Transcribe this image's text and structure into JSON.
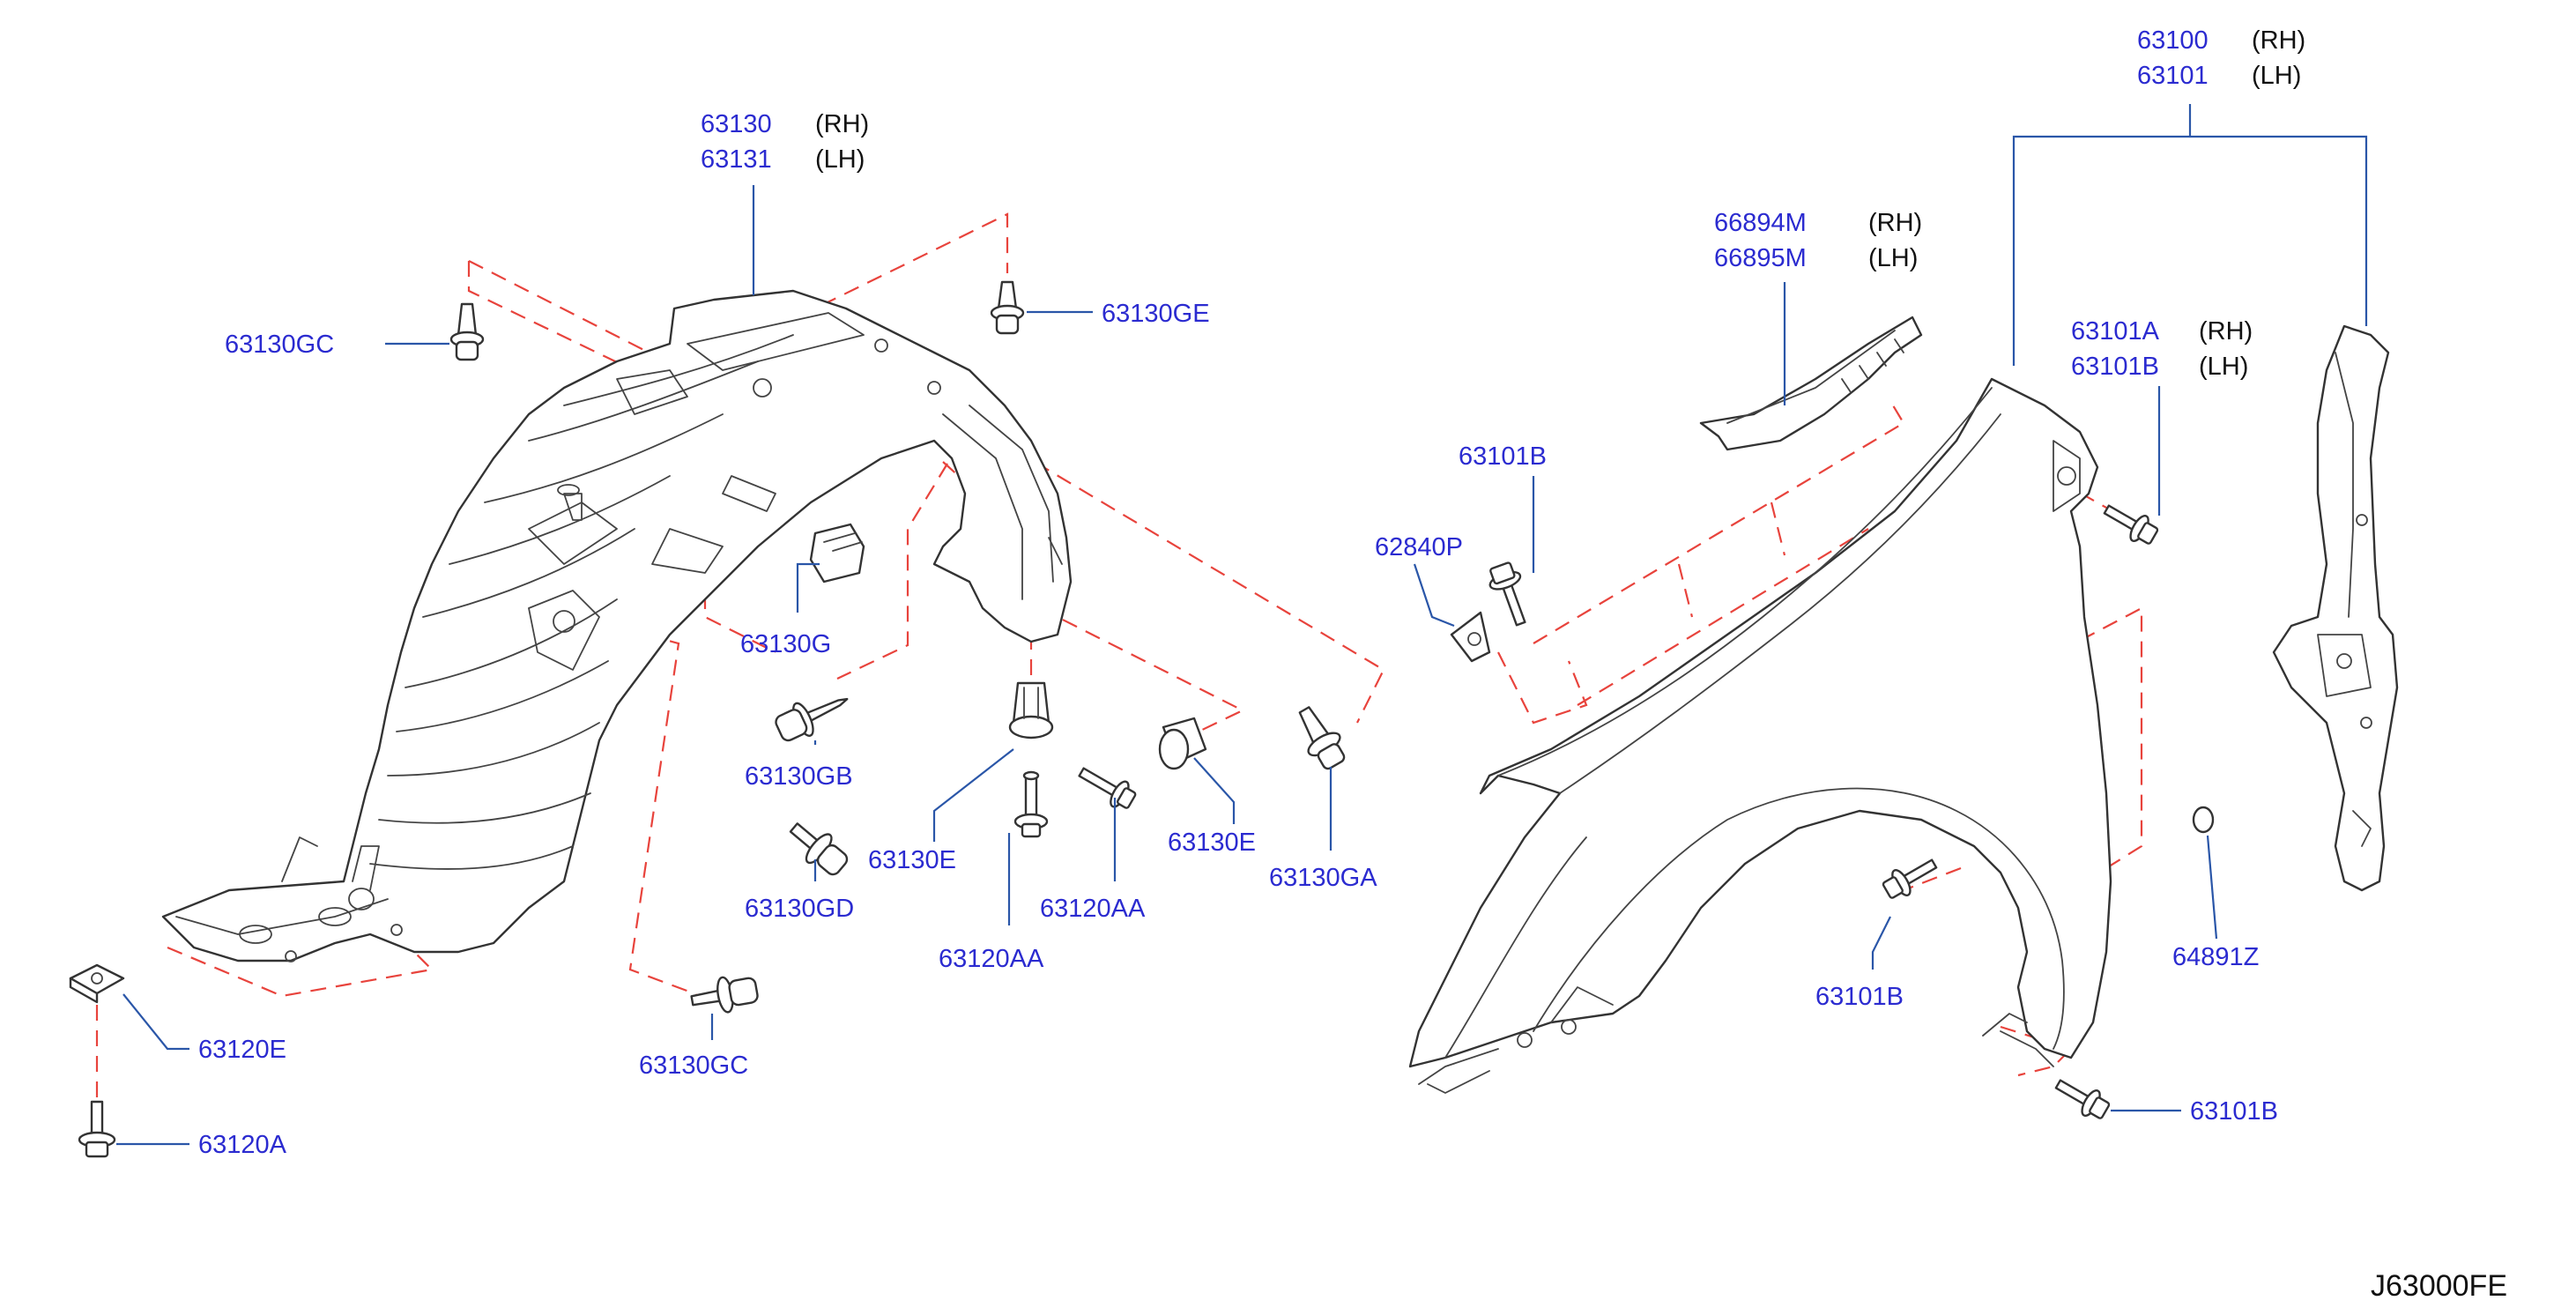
{
  "diagram_code": "J63000FE",
  "colors": {
    "part_number": "#2b2bd0",
    "leader_line": "#2a56a8",
    "fastening_dash": "#e8433c",
    "outline": "#333333"
  },
  "parts": {
    "inner_fender": {
      "rh": "63130",
      "rh_side": "(RH)",
      "lh": "63131",
      "lh_side": "(LH)"
    },
    "fender": {
      "rh": "63100",
      "rh_side": "(RH)",
      "lh": "63101",
      "lh_side": "(LH)"
    },
    "fender_seal": {
      "rh": "66894M",
      "rh_side": "(RH)",
      "lh": "66895M",
      "lh_side": "(LH)"
    },
    "fender_bracket": {
      "rh": "63101A",
      "rh_side": "(RH)",
      "lh": "63101B",
      "lh_side": "(LH)"
    }
  },
  "fasteners": {
    "clip_gc_upper": "63130GC",
    "clip_ge": "63130GE",
    "clip_g": "63130G",
    "clip_gb": "63130GB",
    "clip_gd": "63130GD",
    "clip_gc_lower": "63130GC",
    "clip_e_left": "63130E",
    "clip_e_right": "63130E",
    "clip_ga": "63130GA",
    "screw_aa_left": "63120AA",
    "screw_aa_right": "63120AA",
    "nut_e": "63120E",
    "screw_a": "63120A",
    "bolt_top": "63101B",
    "bolt_lower": "63101B",
    "bolt_bottom": "63101B",
    "protector_p": "62840P",
    "plug_z": "64891Z"
  }
}
